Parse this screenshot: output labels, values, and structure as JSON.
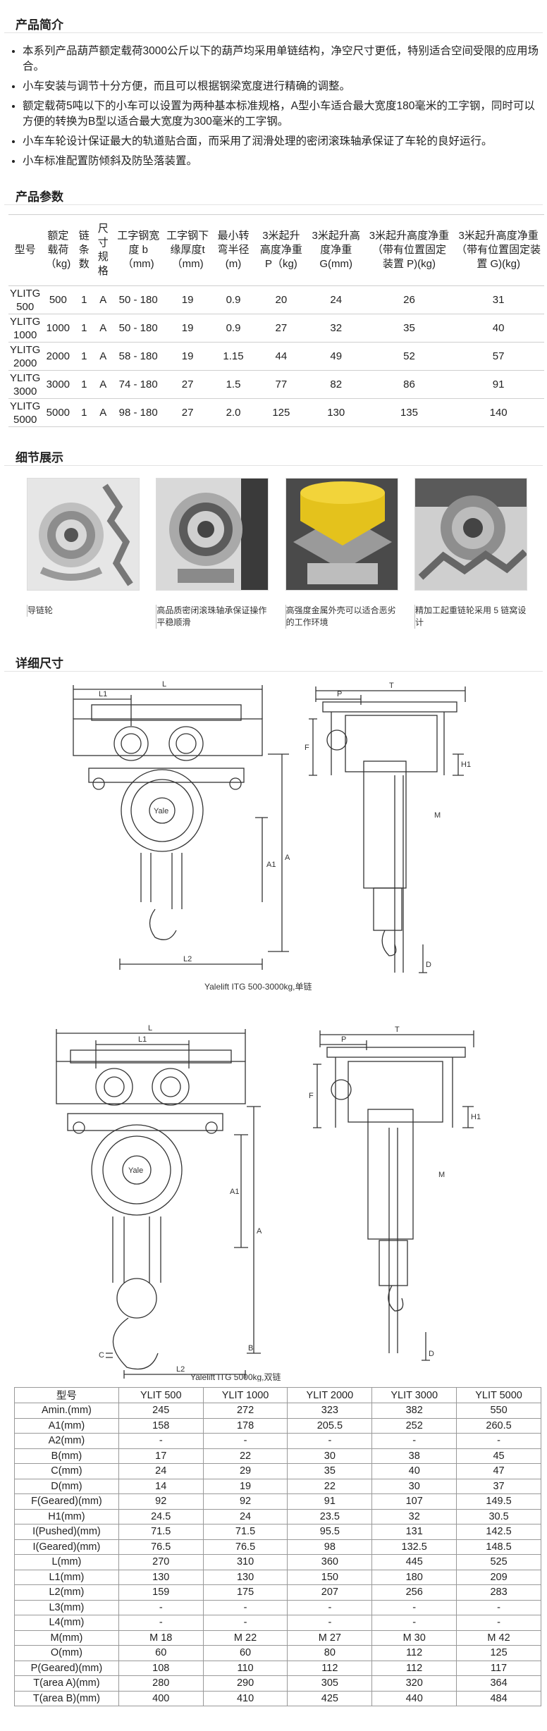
{
  "sections": {
    "intro_title": "产品简介",
    "params_title": "产品参数",
    "details_title": "细节展示",
    "dims_title": "详细尺寸"
  },
  "intro": [
    "本系列产品葫芦额定载荷3000公斤以下的葫芦均采用单链结构，净空尺寸更低，特别适合空间受限的应用场合。",
    "小车安装与调节十分方便，而且可以根据钢梁宽度进行精确的调整。",
    "额定载荷5吨以下的小车可以设置为两种基本标准规格，A型小车适合最大宽度180毫米的工字钢，同时可以方便的转换为B型以适合最大宽度为300毫米的工字钢。",
    "小车车轮设计保证最大的轨道贴合面，而采用了润滑处理的密闭滚珠轴承保证了车轮的良好运行。",
    "小车标准配置防倾斜及防坠落装置。"
  ],
  "params": {
    "headers": [
      "型号",
      "额定载荷（kg)",
      "链条数",
      "尺寸规格",
      "工字钢宽度 b（mm)",
      "工字钢下缘厚度t（mm)",
      "最小转弯半径(m)",
      "3米起升高度净重P（kg)",
      "3米起升高度净重G(mm)",
      "3米起升高度净重（带有位置固定装置 P)(kg)",
      "3米起升高度净重（带有位置固定装置 G)(kg)"
    ],
    "rows": [
      [
        "YLITG 500",
        "500",
        "1",
        "A",
        "50 - 180",
        "19",
        "0.9",
        "20",
        "24",
        "26",
        "31"
      ],
      [
        "YLITG 1000",
        "1000",
        "1",
        "A",
        "50 - 180",
        "19",
        "0.9",
        "27",
        "32",
        "35",
        "40"
      ],
      [
        "YLITG 2000",
        "2000",
        "1",
        "A",
        "58 - 180",
        "19",
        "1.15",
        "44",
        "49",
        "52",
        "57"
      ],
      [
        "YLITG 3000",
        "3000",
        "1",
        "A",
        "74 - 180",
        "27",
        "1.5",
        "77",
        "82",
        "86",
        "91"
      ],
      [
        "YLITG 5000",
        "5000",
        "1",
        "A",
        "98 - 180",
        "27",
        "2.0",
        "125",
        "130",
        "135",
        "140"
      ]
    ]
  },
  "details": [
    {
      "caption": "导链轮"
    },
    {
      "caption": "高品质密闭滚珠轴承保证操作平稳顺滑"
    },
    {
      "caption": "高强度金属外壳可以适合恶劣的工作环境"
    },
    {
      "caption": "精加工起重链轮采用 5 链窝设计"
    }
  ],
  "drawings": [
    {
      "caption": "Yalelift ITG 500-3000kg,单链",
      "labels": {
        "L": "L",
        "L1": "L1",
        "A1": "A1",
        "A": "A",
        "L2": "L2",
        "P": "P",
        "T": "T",
        "F": "F",
        "H1": "H1",
        "M": "M",
        "D": "D",
        "brand": "Yale"
      }
    },
    {
      "caption": "Yalelift ITG 5000kg,双链",
      "labels": {
        "L": "L",
        "L1": "L1",
        "A1": "A1",
        "A": "A",
        "L2": "L2",
        "C": "C",
        "B": "B",
        "P": "P",
        "T": "T",
        "F": "F",
        "H1": "H1",
        "M": "M",
        "D": "D",
        "brand": "Yale"
      }
    }
  ],
  "dims": {
    "headers": [
      "型号",
      "YLIT 500",
      "YLIT 1000",
      "YLIT 2000",
      "YLIT 3000",
      "YLIT 5000"
    ],
    "rows": [
      [
        "Amin.(mm)",
        "245",
        "272",
        "323",
        "382",
        "550"
      ],
      [
        "A1(mm)",
        "158",
        "178",
        "205.5",
        "252",
        "260.5"
      ],
      [
        "A2(mm)",
        "-",
        "-",
        "-",
        "-",
        "-"
      ],
      [
        "B(mm)",
        "17",
        "22",
        "30",
        "38",
        "45"
      ],
      [
        "C(mm)",
        "24",
        "29",
        "35",
        "40",
        "47"
      ],
      [
        "D(mm)",
        "14",
        "19",
        "22",
        "30",
        "37"
      ],
      [
        "F(Geared)(mm)",
        "92",
        "92",
        "91",
        "107",
        "149.5"
      ],
      [
        "H1(mm)",
        "24.5",
        "24",
        "23.5",
        "32",
        "30.5"
      ],
      [
        "I(Pushed)(mm)",
        "71.5",
        "71.5",
        "95.5",
        "131",
        "142.5"
      ],
      [
        "I(Geared)(mm)",
        "76.5",
        "76.5",
        "98",
        "132.5",
        "148.5"
      ],
      [
        "L(mm)",
        "270",
        "310",
        "360",
        "445",
        "525"
      ],
      [
        "L1(mm)",
        "130",
        "130",
        "150",
        "180",
        "209"
      ],
      [
        "L2(mm)",
        "159",
        "175",
        "207",
        "256",
        "283"
      ],
      [
        "L3(mm)",
        "-",
        "-",
        "-",
        "-",
        "-"
      ],
      [
        "L4(mm)",
        "-",
        "-",
        "-",
        "-",
        "-"
      ],
      [
        "M(mm)",
        "M 18",
        "M 22",
        "M 27",
        "M 30",
        "M 42"
      ],
      [
        "O(mm)",
        "60",
        "60",
        "80",
        "112",
        "125"
      ],
      [
        "P(Geared)(mm)",
        "108",
        "110",
        "112",
        "112",
        "117"
      ],
      [
        "T(area A)(mm)",
        "280",
        "290",
        "305",
        "320",
        "364"
      ],
      [
        "T(area B)(mm)",
        "400",
        "410",
        "425",
        "440",
        "484"
      ]
    ]
  }
}
